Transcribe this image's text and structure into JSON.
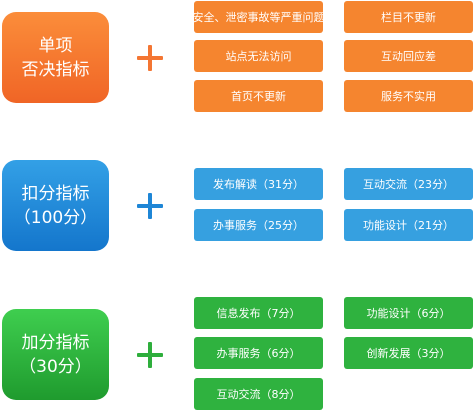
{
  "categories": {
    "veto": {
      "line1": "单项",
      "line2": "否决指标"
    },
    "minus": {
      "line1": "扣分指标",
      "line2": "（100分）"
    },
    "plus": {
      "line1": "加分指标",
      "line2": "（30分）"
    }
  },
  "veto_items": [
    "安全、泄密事故等严重问题",
    "栏目不更新",
    "站点无法访问",
    "互动回应差",
    "首页不更新",
    "服务不实用"
  ],
  "minus_items": [
    "发布解读（31分）",
    "互动交流（23分）",
    "办事服务（25分）",
    "功能设计（21分）"
  ],
  "plus_items": [
    "信息发布（7分）",
    "功能设计（6分）",
    "办事服务（6分）",
    "创新发展（3分）",
    "互动交流（8分）"
  ],
  "colors": {
    "orange": "#f5852f",
    "blue": "#36a0e0",
    "green": "#2fb23f"
  },
  "icons": {
    "connector": "plus-icon"
  }
}
